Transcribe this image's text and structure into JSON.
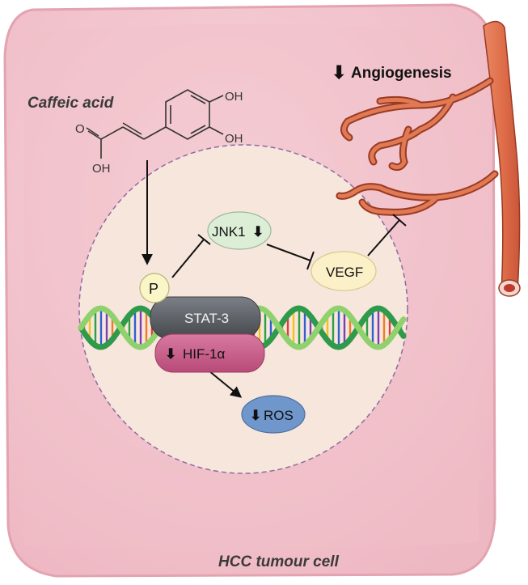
{
  "labels": {
    "compound": "Caffeic acid",
    "angiogenesis": "Angiogenesis",
    "cell": "HCC tumour cell",
    "phospho": "P",
    "stat3": "STAT-3",
    "hif": "HIF-1α",
    "jnk": "JNK1",
    "vegf": "VEGF",
    "ros": "ROS"
  },
  "molecule": {
    "oh_top": "OH",
    "oh_mid": "OH",
    "oh_acid": "OH",
    "o_carbonyl": "O"
  },
  "regulation": {
    "angiogenesis": "down",
    "hif": "down",
    "jnk": "down",
    "ros": "down"
  },
  "colors": {
    "cell_fill": "#f2c4cc",
    "cell_edge": "#e8a9b6",
    "nucleus_fill": "#f6e5da",
    "nucleus_border": "#8a6a9a",
    "vessel": "#e0704f",
    "vessel_edge": "#9a3a22",
    "jnk_fill": "#dcefd6",
    "vegf_fill": "#fbf0c8",
    "ros_fill": "#6f97cc",
    "stat3_fill": "#575b60",
    "hif_fill": "#c95f8b",
    "phospho_fill": "#fbf6c8"
  }
}
